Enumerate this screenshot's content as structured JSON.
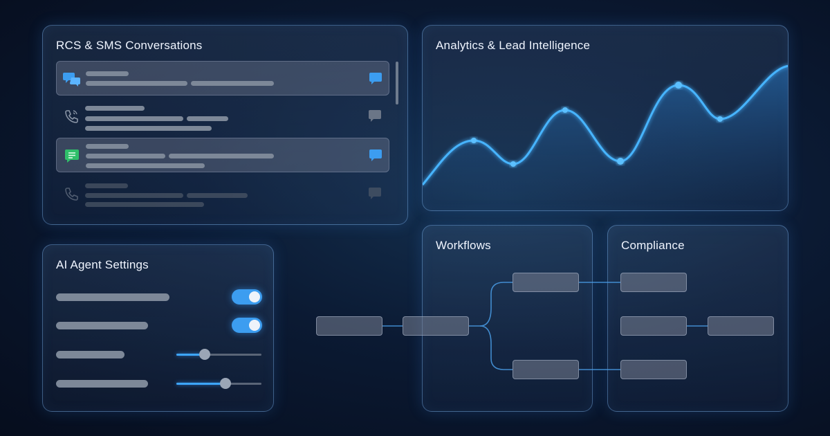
{
  "conversations": {
    "title": "RCS & SMS Conversations",
    "rows": [
      {
        "icon": "chat-bubbles-icon",
        "selected": true,
        "status_icon": "message-icon-active"
      },
      {
        "icon": "phone-icon",
        "selected": false,
        "status_icon": "message-icon-muted"
      },
      {
        "icon": "sms-message-icon",
        "selected": true,
        "status_icon": "message-icon-active"
      },
      {
        "icon": "phone-icon",
        "selected": false,
        "status_icon": "message-icon-muted"
      }
    ]
  },
  "analytics": {
    "title": "Analytics & Lead Intelligence"
  },
  "ai_settings": {
    "title": "AI Agent Settings",
    "controls": [
      {
        "type": "toggle",
        "on": true
      },
      {
        "type": "toggle",
        "on": true
      },
      {
        "type": "slider",
        "value": 0.33
      },
      {
        "type": "slider",
        "value": 0.58
      }
    ]
  },
  "workflows": {
    "title": "Workflows"
  },
  "compliance": {
    "title": "Compliance"
  },
  "colors": {
    "accent": "#3da6ff",
    "chat_icon": "#3c9df0",
    "sms_icon": "#2fbf6a",
    "panel_border": "#78afeb"
  }
}
